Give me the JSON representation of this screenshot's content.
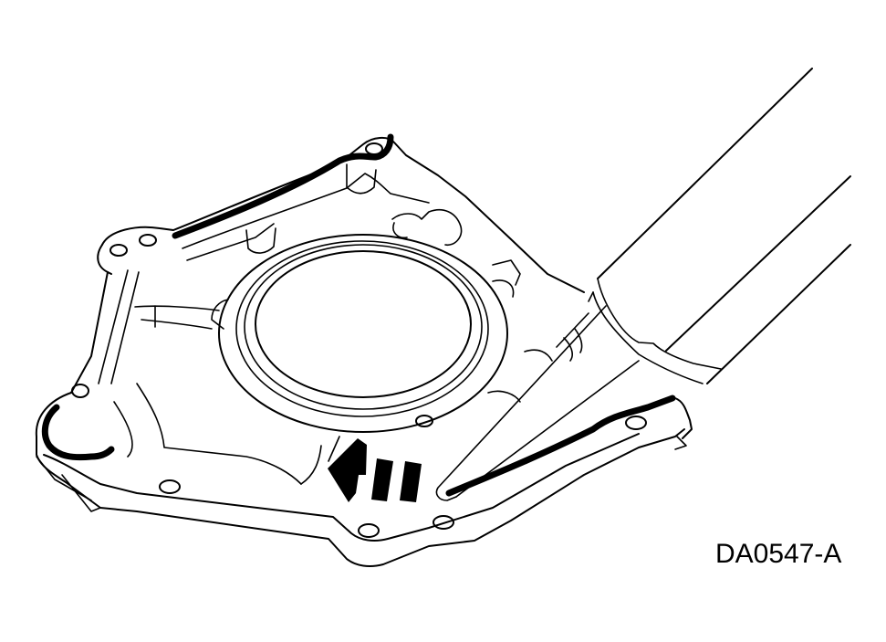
{
  "figure": {
    "label": "DA0547-A",
    "subject": "seal-retainer-plate",
    "elements": [
      "retainer-plate",
      "seal-bore",
      "sealant-bead",
      "sealant-tube",
      "direction-arrow",
      "bolt-holes"
    ],
    "colors": {
      "line": "#000000",
      "background": "#ffffff"
    }
  }
}
